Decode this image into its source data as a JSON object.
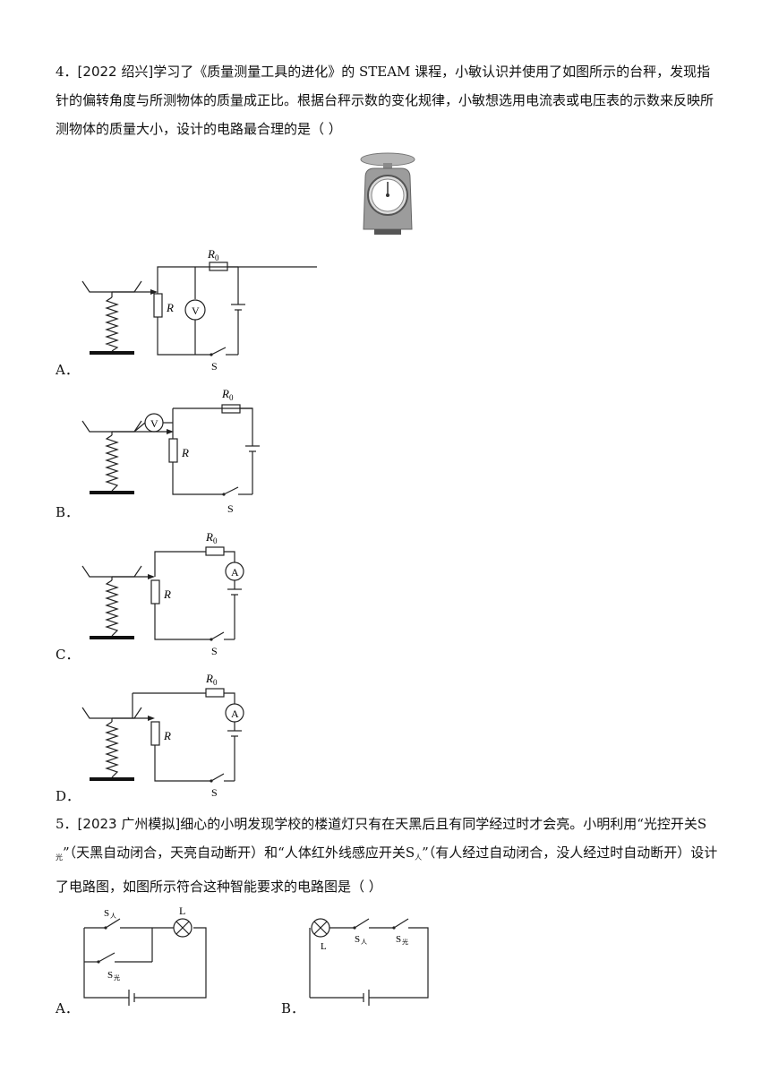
{
  "q4": {
    "number": "4．",
    "source": "[2022 绍兴]",
    "text": "学习了《质量测量工具的进化》的 STEAM 课程，小敏认识并使用了如图所示的台秤，发现指针的偏转角度与所测物体的质量成正比。根据台秤示数的变化规律，小敏想选用电流表或电压表的示数来反映所测物体的质量大小，设计的电路最合理的是（    ）",
    "options": [
      {
        "letter": "A．"
      },
      {
        "letter": "B．"
      },
      {
        "letter": "C．"
      },
      {
        "letter": "D．"
      }
    ],
    "labels": {
      "r0": "R",
      "r0_sub": "0",
      "r": "R",
      "switch": "S",
      "voltmeter": "V",
      "ammeter": "A"
    }
  },
  "q5": {
    "number": "5．",
    "source": "[2023 广州模拟]",
    "text_a": "细心的小明发现学校的楼道灯只有在天黑后且有同学经过时才会亮。小明利用“光控开关S",
    "sub_light": "光",
    "text_b": "”（天黑自动闭合，天亮自动断开）和“人体红外线感应开关S",
    "sub_person": "人",
    "text_c": "”（有人经过自动闭合，没人经过时自动断开）设计了电路图，如图所示符合这种智能要求的电路图是（    ）",
    "options": [
      {
        "letter": "A．"
      },
      {
        "letter": "B．"
      }
    ],
    "labels": {
      "lamp": "L",
      "s": "S",
      "person": "人",
      "light": "光"
    }
  }
}
